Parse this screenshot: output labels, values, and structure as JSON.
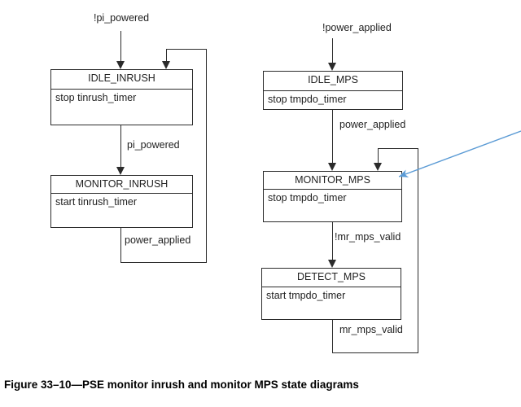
{
  "figure": {
    "caption": "Figure 33–10—PSE monitor inrush and monitor MPS state diagrams"
  },
  "colors": {
    "line": "#2b2b2b",
    "text": "#1f1f1f",
    "annotation_arrow": "#5b9bd5",
    "background": "#ffffff"
  },
  "inrush_diagram": {
    "entry_label": "!pi_powered",
    "idle_state": {
      "name": "IDLE_INRUSH",
      "action": "stop tinrush_timer"
    },
    "monitor_state": {
      "name": "MONITOR_INRUSH",
      "action": "start tinrush_timer"
    },
    "to_monitor_label": "pi_powered",
    "to_idle_label": "power_applied"
  },
  "mps_diagram": {
    "entry_label": "!power_applied",
    "idle_state": {
      "name": "IDLE_MPS",
      "action": "stop tmpdo_timer"
    },
    "monitor_state": {
      "name": "MONITOR_MPS",
      "action": "stop tmpdo_timer"
    },
    "detect_state": {
      "name": "DETECT_MPS",
      "action": "start tmpdo_timer"
    },
    "to_monitor_label": "power_applied",
    "to_detect_label": "!mr_mps_valid",
    "to_monitor_return_label": "mr_mps_valid"
  }
}
